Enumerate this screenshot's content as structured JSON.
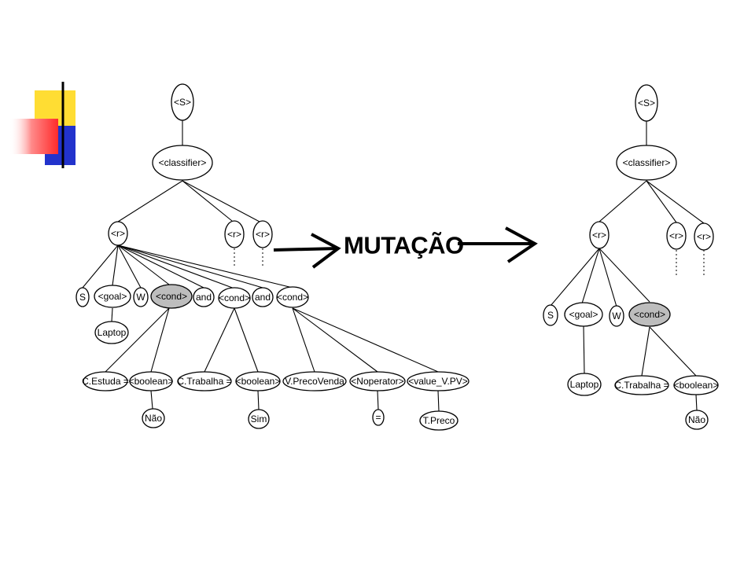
{
  "mutation_label": "MUTAÇÃO",
  "colors": {
    "deco_yellow": "#ffdd33",
    "deco_blue": "#2233cc",
    "deco_red": "#ff2b2b",
    "highlight": "#bdbdbd"
  },
  "left_tree": {
    "s": "<S>",
    "classifier": "<classifier>",
    "r_main": "<r>",
    "r2": "<r>",
    "r3": "<r>",
    "sym_s": "S",
    "goal": "<goal>",
    "sym_w": "W",
    "cond1": "<cond>",
    "and1": "and",
    "cond2": "<cond>",
    "and2": "and",
    "cond3": "<cond>",
    "laptop": "Laptop",
    "c_estuda": "C.Estuda =",
    "boolean1": "<boolean>",
    "nao": "Não",
    "c_trabalha": "C.Trabalha =",
    "boolean2": "<boolean>",
    "sim": "Sim",
    "v_preco": "V.PrecoVenda",
    "noperator": "<Noperator>",
    "eq": "=",
    "value_pv": "<value_V.PV>",
    "t_preco": "T.Preco"
  },
  "right_tree": {
    "s": "<S>",
    "classifier": "<classifier>",
    "r_main": "<r>",
    "r2": "<r>",
    "r3": "<r>",
    "sym_s": "S",
    "goal": "<goal>",
    "sym_w": "W",
    "cond": "<cond>",
    "laptop": "Laptop",
    "c_trabalha": "C.Trabalha =",
    "boolean": "<boolean>",
    "nao": "Não"
  }
}
